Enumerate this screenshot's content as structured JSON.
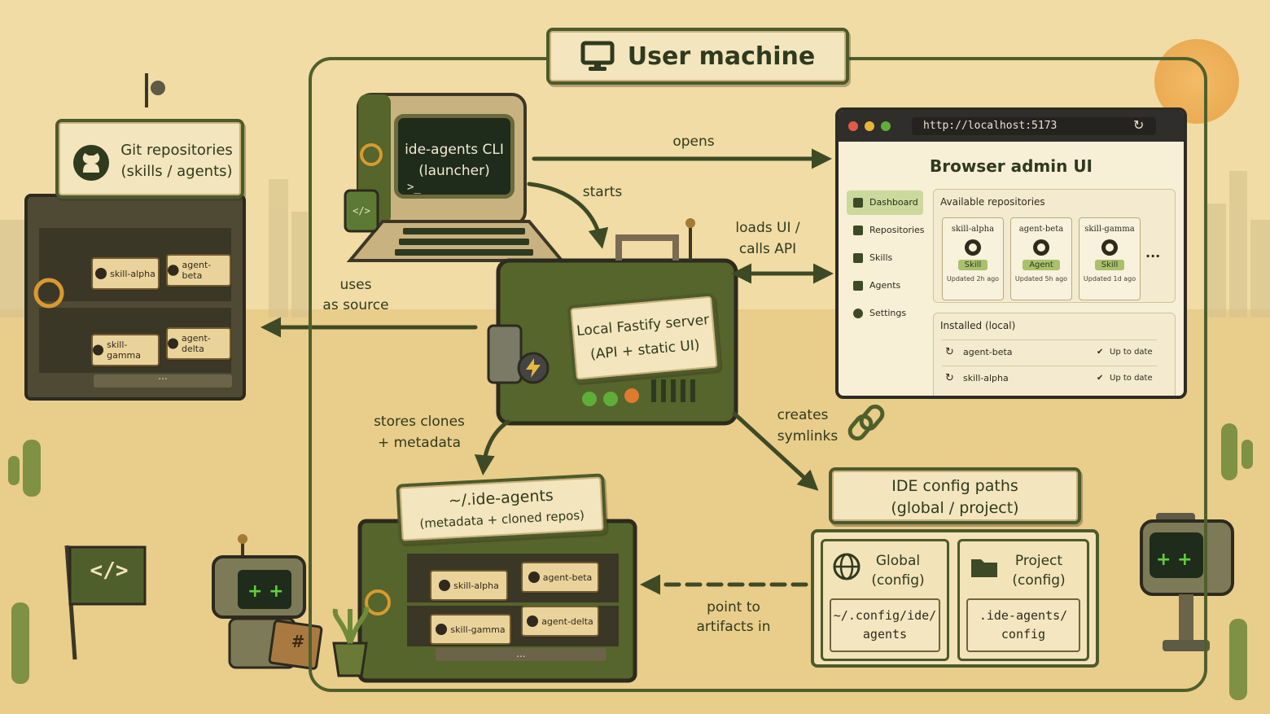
{
  "title": {
    "text": "User machine",
    "icon": "monitor-icon"
  },
  "git_repos": {
    "title_line1": "Git repositories",
    "title_line2": "(skills / agents)",
    "icon": "github-icon",
    "folders": [
      "skill-alpha",
      "agent-beta",
      "skill-gamma",
      "agent-delta"
    ],
    "more": "..."
  },
  "cli": {
    "line1": "ide-agents CLI",
    "line2": "(launcher)",
    "prompt": ">_",
    "mug_label": "</>"
  },
  "server": {
    "line1": "Local Fastify server",
    "line2": "(API + static UI)"
  },
  "edges": {
    "opens": "opens",
    "starts": "starts",
    "loads_ui_1": "loads UI /",
    "loads_ui_2": "calls API",
    "uses_1": "uses",
    "uses_2": "as source",
    "stores_1": "stores clones",
    "stores_2": "+ metadata",
    "creates_1": "creates",
    "creates_2": "symlinks",
    "point_1": "point to",
    "point_2": "artifacts in"
  },
  "browser": {
    "url": "http://localhost:5173",
    "title": "Browser admin UI",
    "sidebar": [
      {
        "label": "Dashboard",
        "icon": "home-icon",
        "active": true
      },
      {
        "label": "Repositories",
        "icon": "repo-icon"
      },
      {
        "label": "Skills",
        "icon": "skill-icon"
      },
      {
        "label": "Agents",
        "icon": "agent-icon"
      },
      {
        "label": "Settings",
        "icon": "gear-icon"
      }
    ],
    "available_heading": "Available repositories",
    "cards": [
      {
        "name": "skill-alpha",
        "badge": "Skill",
        "updated": "Updated 2h ago"
      },
      {
        "name": "agent-beta",
        "badge": "Agent",
        "updated": "Updated 5h ago"
      },
      {
        "name": "skill-gamma",
        "badge": "Skill",
        "updated": "Updated 1d ago"
      }
    ],
    "cards_more": "...",
    "installed_heading": "Installed (local)",
    "installed": [
      {
        "name": "agent-beta",
        "status": "Up to date"
      },
      {
        "name": "skill-alpha",
        "status": "Up to date"
      }
    ]
  },
  "storage": {
    "line1": "~/.ide-agents",
    "line2": "(metadata + cloned repos)",
    "folders": [
      "skill-alpha",
      "agent-beta",
      "skill-gamma",
      "agent-delta"
    ],
    "more": "..."
  },
  "ide_paths": {
    "line1": "IDE config paths",
    "line2": "(global / project)",
    "global_1": "Global",
    "global_2": "(config)",
    "global_path_1": "~/.config/ide/",
    "global_path_2": "agents",
    "project_1": "Project",
    "project_2": "(config)",
    "project_path_1": ".ide-agents/",
    "project_path_2": "config"
  },
  "robot": {
    "tablet_label": "#"
  },
  "flag": {
    "label": "</>"
  },
  "colors": {
    "sand": "#f0dca4",
    "olive": "#4f5f2c",
    "arrow": "#3e4a25",
    "screen": "#1f2b1b",
    "badge": "#a9c16c"
  }
}
